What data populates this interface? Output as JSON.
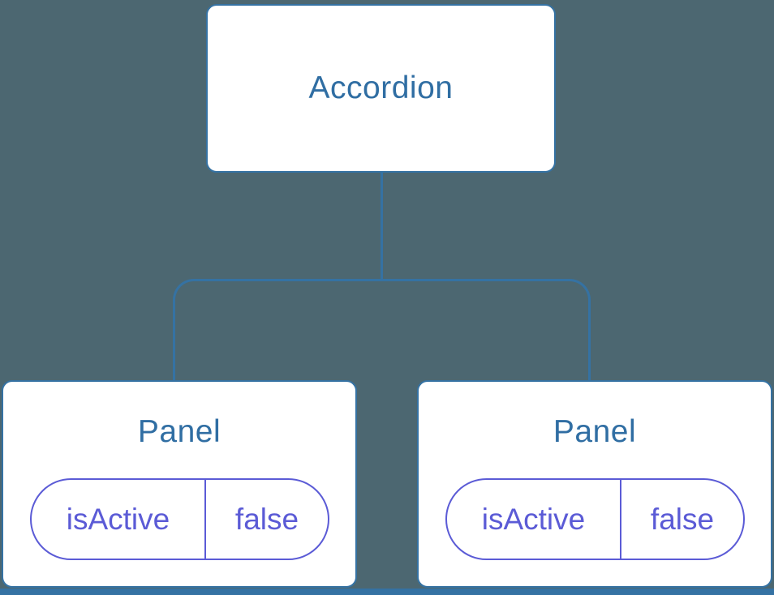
{
  "colors": {
    "background": "#4C6771",
    "line": "#3572A3",
    "nodeFill": "#FFFFFF",
    "nodeText": "#306EA3",
    "stateAccent": "#5B5BD6"
  },
  "tree": {
    "root": {
      "label": "Accordion"
    },
    "children": [
      {
        "label": "Panel",
        "state": {
          "key": "isActive",
          "value": "false"
        }
      },
      {
        "label": "Panel",
        "state": {
          "key": "isActive",
          "value": "false"
        }
      }
    ]
  }
}
